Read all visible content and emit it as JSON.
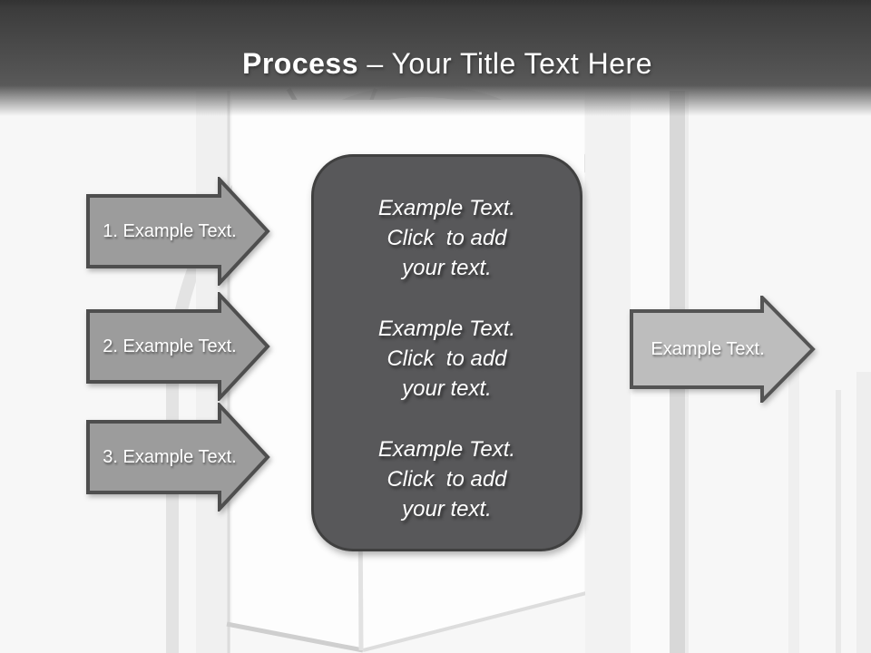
{
  "header": {
    "title_bold": "Process",
    "title_rest": " – Your Title Text Here"
  },
  "process_steps": [
    {
      "label": "1. Example Text."
    },
    {
      "label": "2. Example Text."
    },
    {
      "label": "3. Example Text."
    }
  ],
  "center_box": {
    "paragraphs": [
      "Example Text.\nClick  to add\nyour text.",
      "Example Text.\nClick  to add\nyour text.",
      "Example Text.\nClick  to add\nyour text."
    ]
  },
  "output_arrow": {
    "label": "Example Text."
  },
  "colors": {
    "header_dark": "#3c3c3c",
    "header_mid": "#595959",
    "box_fill": "#58585a",
    "box_border": "#404040",
    "step_arrow_fill": "#9c9c9c",
    "step_arrow_border": "#4e4e4e",
    "output_arrow_fill": "#bdbdbd",
    "output_arrow_border": "#545454",
    "text": "#ffffff"
  }
}
